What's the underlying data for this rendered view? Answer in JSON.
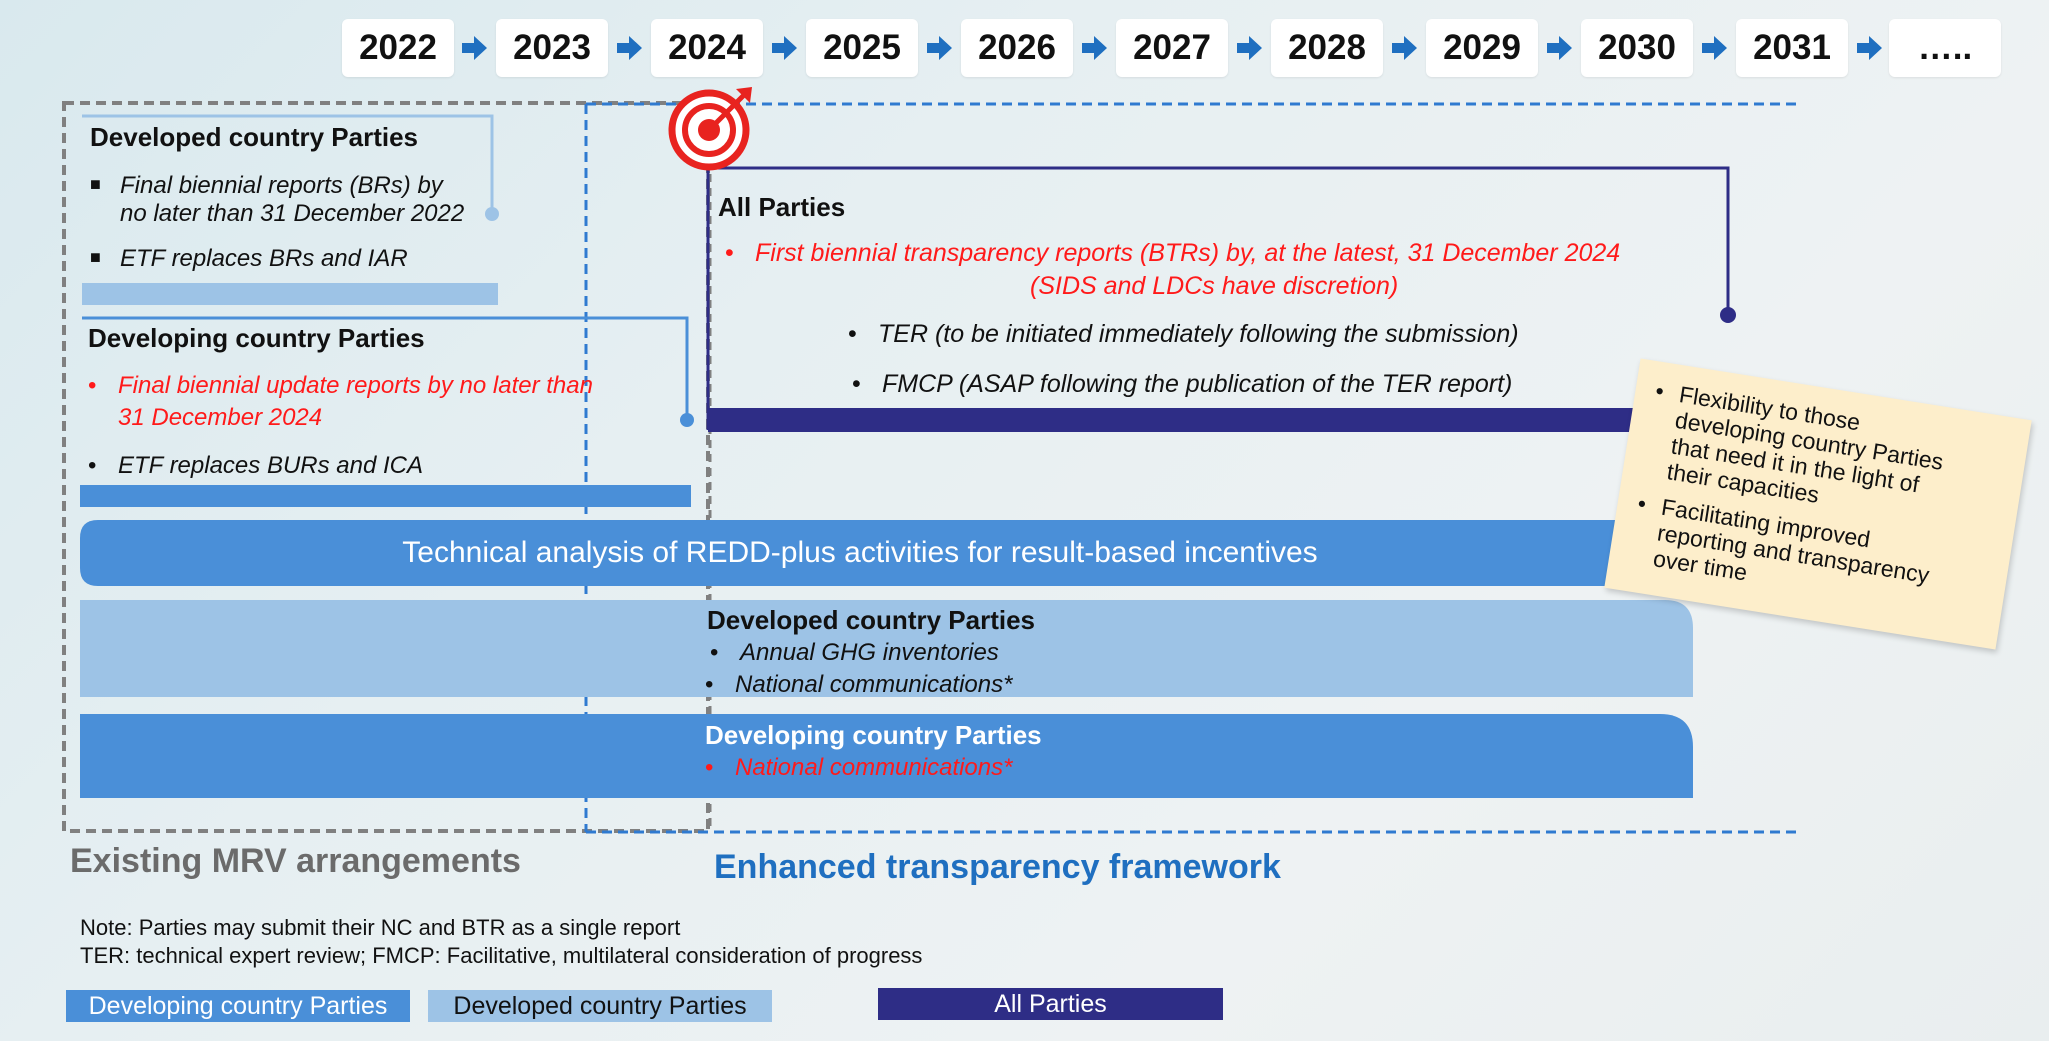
{
  "timeline": {
    "years": [
      "2022",
      "2023",
      "2024",
      "2025",
      "2026",
      "2027",
      "2028",
      "2029",
      "2030",
      "2031",
      "….."
    ]
  },
  "developed_left": {
    "title": "Developed country Parties",
    "items": [
      "Final biennial reports (BRs) by",
      "no later than 31 December 2022",
      "ETF replaces BRs and IAR"
    ]
  },
  "developing_left": {
    "title": "Developing country Parties",
    "items": [
      "Final biennial update reports by no later than",
      "31 December 2024",
      "ETF replaces BURs and ICA"
    ]
  },
  "all_parties": {
    "title": "All Parties",
    "btr_line1": "First biennial transparency reports (BTRs) by, at the latest, 31 December 2024",
    "btr_line2": "(SIDS and LDCs have discretion)",
    "ter": "TER (to be initiated immediately following the submission)",
    "fmcp": "FMCP (ASAP following the publication of the TER report)"
  },
  "redd_band": {
    "label": "Technical analysis of REDD-plus activities for result-based incentives"
  },
  "developed_band": {
    "title": "Developed country Parties",
    "items": [
      "Annual GHG inventories",
      "National communications*"
    ]
  },
  "developing_band": {
    "title": "Developing country Parties",
    "items": [
      "National communications*"
    ]
  },
  "note_card": {
    "item1": [
      "Flexibility to those",
      "developing country Parties",
      "that need it in the light of",
      "their capacities"
    ],
    "item2": [
      "Facilitating improved",
      "reporting and transparency",
      "over time"
    ]
  },
  "section_labels": {
    "existing": "Existing MRV arrangements",
    "enhanced": "Enhanced transparency framework"
  },
  "notes": {
    "line1": "Note: Parties may submit their NC and BTR as a single report",
    "line2": "TER: technical expert review; FMCP: Facilitative, multilateral consideration of progress"
  },
  "legend": {
    "developing": "Developing country Parties",
    "developed": "Developed country Parties",
    "all": "All Parties"
  },
  "colors": {
    "developing_blue": "#4a8fd8",
    "developed_light_blue": "#9dc3e6",
    "all_parties_navy": "#2e2d86",
    "red_text": "#ff1a1a",
    "note_card": "#fdeecb",
    "existing_gray": "#6b6b6b",
    "enhanced_blue": "#1f6fc0"
  }
}
